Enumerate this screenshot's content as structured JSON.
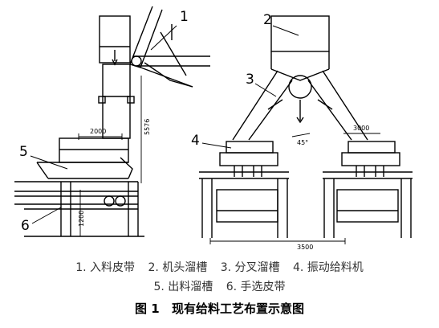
{
  "figure": {
    "callouts": {
      "c1": "1",
      "c2": "2",
      "c3": "3",
      "c4": "4",
      "c5": "5",
      "c6": "6"
    },
    "dimensions": {
      "width_left": "2000",
      "height_vertical": "5576",
      "height_bottom": "1200",
      "width_right": "3000",
      "span_bottom": "3500",
      "angle_mark": "45°"
    }
  },
  "legend": [
    "1. 入料皮带",
    "2. 机头溜槽",
    "3. 分叉溜槽",
    "4. 振动给料机",
    "5. 出料溜槽",
    "6. 手选皮带"
  ],
  "caption": {
    "number": "图 1",
    "title": "现有给料工艺布置示意图"
  }
}
